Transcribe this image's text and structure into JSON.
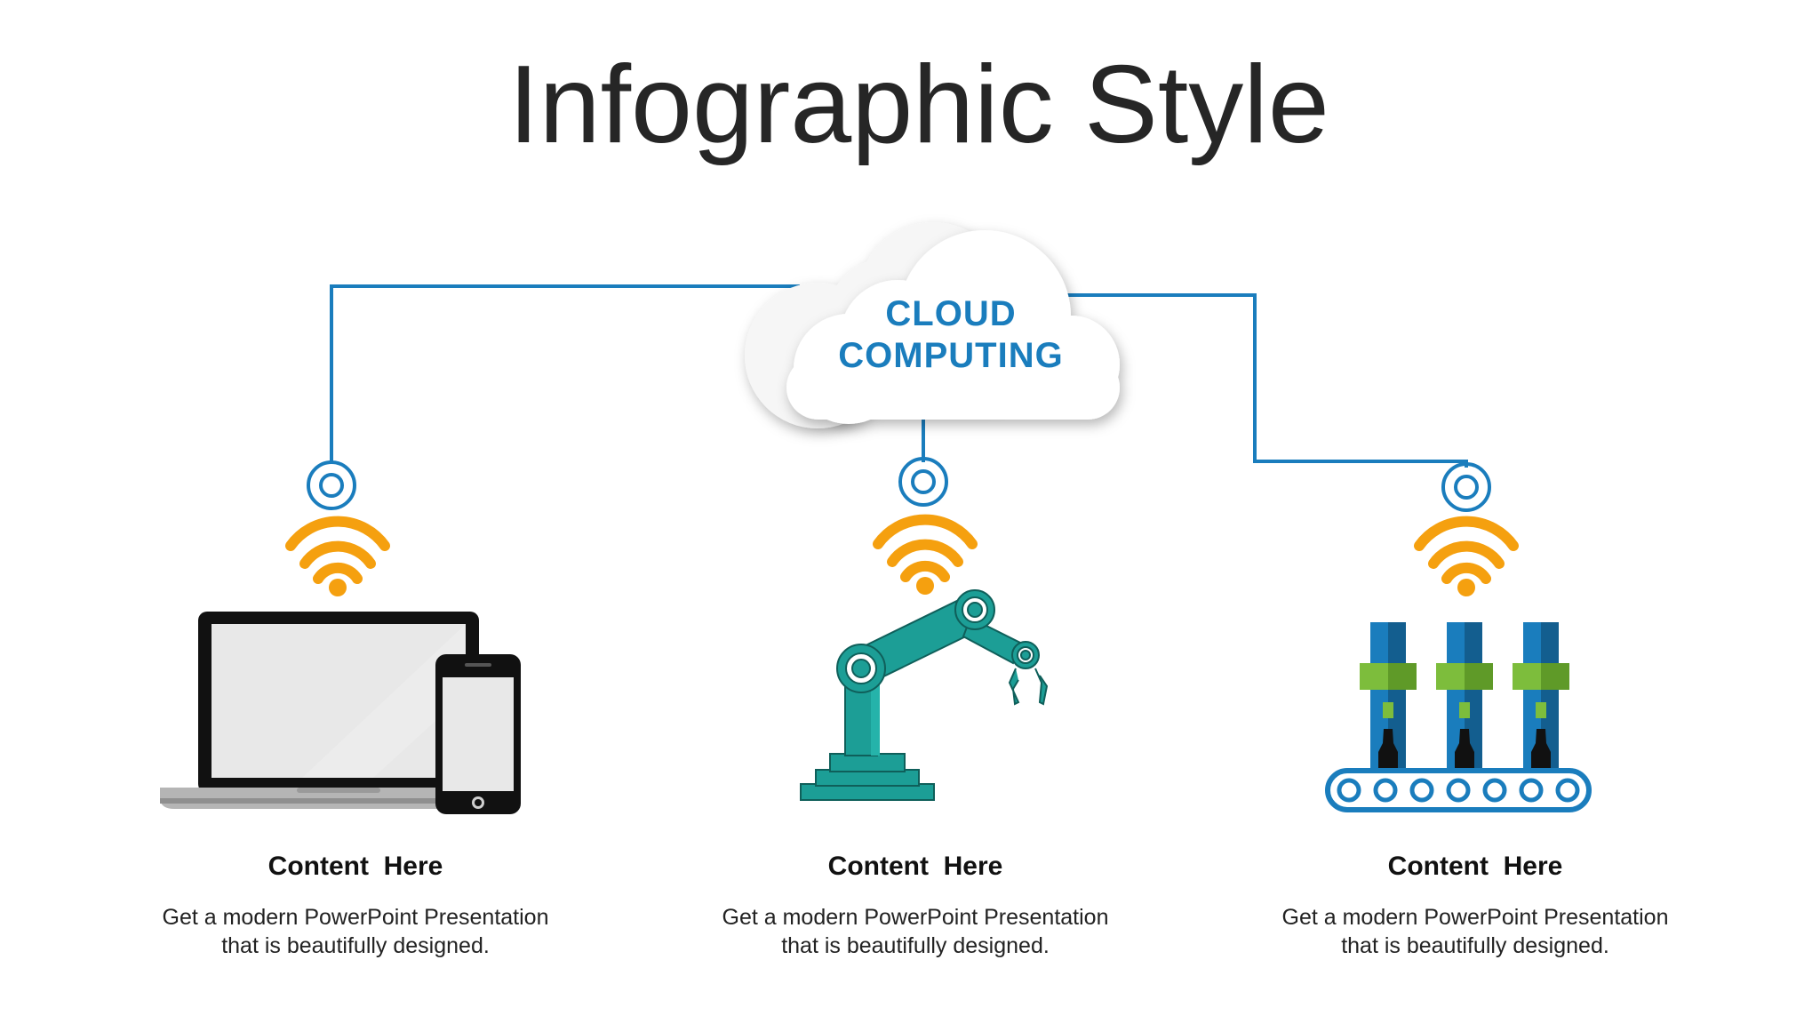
{
  "title": "Infographic Style",
  "cloud": {
    "label_line1": "CLOUD",
    "label_line2": "COMPUTING"
  },
  "colors": {
    "connector": "#1a7dbd",
    "wifi": "#f5a00f",
    "robot": "#1c9e96",
    "factory_blue": "#1a7dbd",
    "factory_green": "#7dbd3c"
  },
  "items": [
    {
      "icon": "laptop-phone-icon",
      "heading": "Content  Here",
      "body": "Get a modern PowerPoint  Presentation\nthat is beautifully designed."
    },
    {
      "icon": "robot-arm-icon",
      "heading": "Content  Here",
      "body": "Get a modern PowerPoint  Presentation\nthat is beautifully designed."
    },
    {
      "icon": "conveyor-factory-icon",
      "heading": "Content  Here",
      "body": "Get a modern PowerPoint  Presentation\nthat is beautifully designed."
    }
  ]
}
